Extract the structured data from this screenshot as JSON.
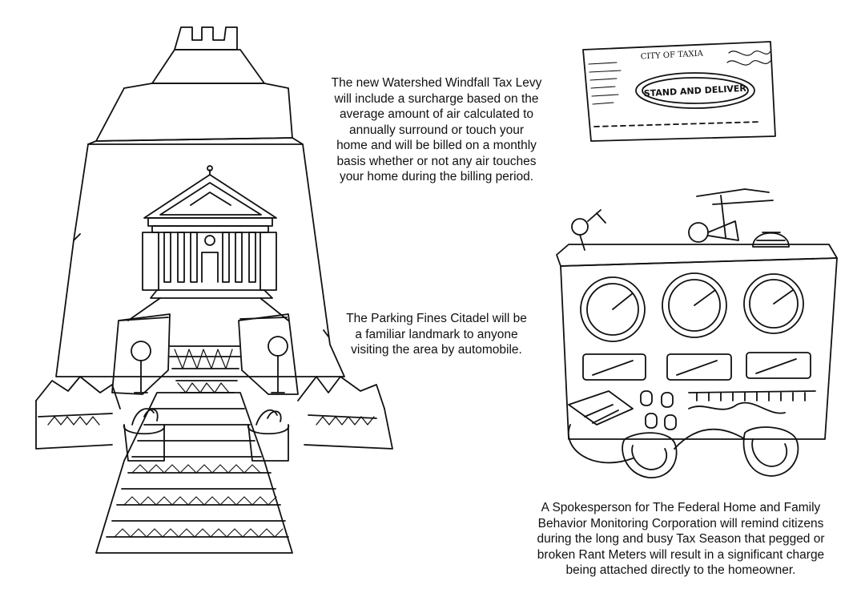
{
  "captions": {
    "watershed_levy": "The new Watershed Windfall Tax Levy\nwill include a surcharge based on the\naverage amount of air calculated to\nannually surround or touch your\nhome and will be billed on a monthly\nbasis whether or not any air touches\nyour home during the billing period.",
    "parking_citadel": "The Parking Fines Citadel will be\na familiar landmark to anyone\nvisiting the area by automobile.",
    "rant_meters": "A  Spokesperson for The Federal Home and Family\nBehavior Monitoring Corporation will remind citizens\nduring the long and busy Tax Season that pegged or\nbroken Rant Meters will result in a significant charge\nbeing attached directly to the homeowner."
  },
  "envelope": {
    "city_stamp": "CITY OF TAXIA",
    "postmark": "STAND AND DELIVER"
  }
}
